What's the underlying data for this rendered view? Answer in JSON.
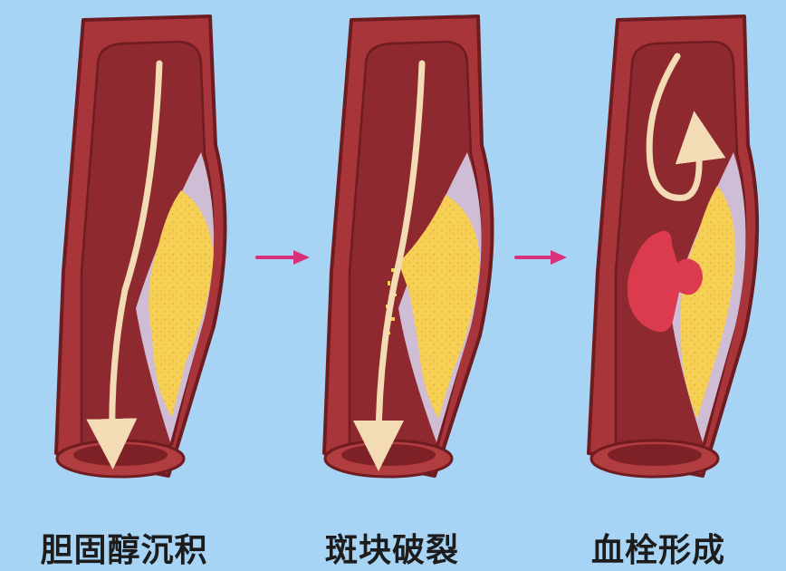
{
  "captions": [
    "胆固醇沉积",
    "斑块破裂",
    "血栓形成"
  ],
  "colors": {
    "background": "#a7d3f5",
    "vessel_wall": "#a8353a",
    "vessel_edge": "#6e1c20",
    "lumen": "#8e2a2f",
    "plaque": "#f6cf55",
    "blood_flow_arrow": "#f3dcb5",
    "step_arrow": "#d8307b",
    "clot": "#dc3a4f"
  },
  "icons": [
    "step-arrow-icon",
    "blood-flow-arrow-icon"
  ]
}
